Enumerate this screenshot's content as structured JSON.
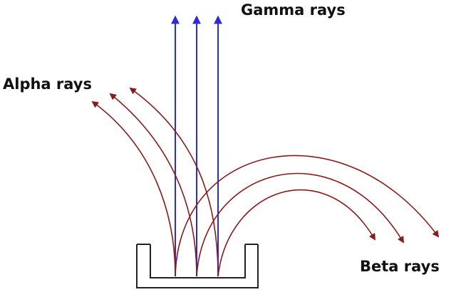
{
  "labels": {
    "gamma": "Gamma rays",
    "alpha": "Alpha rays",
    "beta": "Beta rays"
  },
  "colors": {
    "gamma": "#2b2bdc",
    "alpha_beta": "#8b1a1a",
    "container": "#222222"
  }
}
